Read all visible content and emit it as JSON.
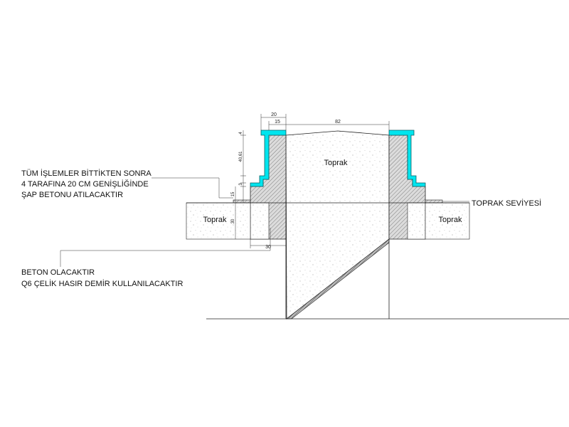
{
  "notes": {
    "screed_line1": "TÜM İŞLEMLER BİTTİKTEN SONRA",
    "screed_line2": "4 TARAFINA 20 CM GENİŞLİĞİNDE",
    "screed_line3": "ŞAP BETONU ATILACAKTIR",
    "concrete_line1": "BETON OLACAKTIR",
    "concrete_line2": "Q6 ÇELİK HASIR DEMİR KULLANILACAKTIR",
    "ground_level": "TOPRAK SEVİYESİ"
  },
  "fill_labels": {
    "center": "Toprak",
    "left": "Toprak",
    "right": "Toprak"
  },
  "dimensions": {
    "wall_top_total": "20",
    "wall_top_inner": "15",
    "inner_span": "82",
    "cap_height": "4",
    "upper_wall_height": "40,61",
    "step_height": "3",
    "lower_step_height": "15",
    "footing_height": "30",
    "footing_width": "30"
  },
  "colors": {
    "coating": "#00E5EE",
    "concrete": "#E0E0E0",
    "hatch": "#555555",
    "line": "#222222"
  }
}
